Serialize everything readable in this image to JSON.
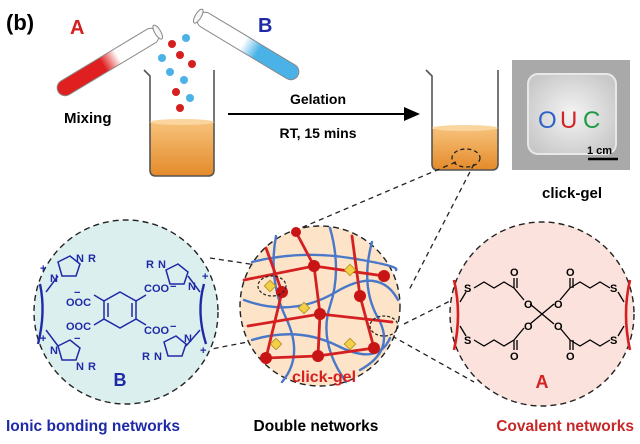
{
  "panel_label": "(b)",
  "tube_a_label": "A",
  "tube_b_label": "B",
  "mixing_label": "Mixing",
  "arrow_top_label": "Gelation",
  "arrow_bottom_label": "RT, 15 mins",
  "photo": {
    "letters": [
      "O",
      "U",
      "C"
    ],
    "scale_label": "1 cm",
    "caption": "click-gel"
  },
  "left_circle": {
    "component_label": "B",
    "chem_text": {
      "ooc": "OOC",
      "coo": "COO",
      "r": "R",
      "n": "N",
      "plus": "+",
      "minus": "−"
    }
  },
  "middle_circle": {
    "label": "click-gel"
  },
  "right_circle": {
    "component_label": "A",
    "chem_text": {
      "s": "S",
      "o": "O"
    }
  },
  "bottom_labels": {
    "left": "Ionic bonding networks",
    "middle": "Double networks",
    "right": "Covalent networks"
  },
  "colors": {
    "red": "#d42020",
    "blue": "#1f2aa6",
    "orange": "#f0a040",
    "pale_blue": "#dcefef",
    "pale_peach": "#fde3c8",
    "pale_pink": "#fbe2dc"
  }
}
